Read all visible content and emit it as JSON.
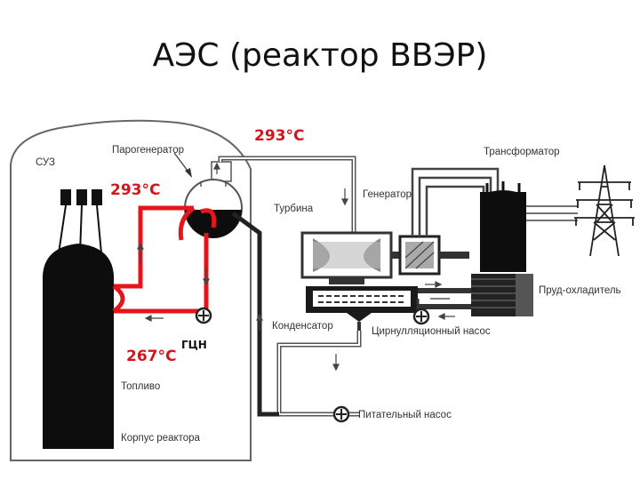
{
  "title": "АЭС (реактор ВВЭР)",
  "labels": {
    "suz": "СУЗ",
    "steam_generator": "Парогенератор",
    "turbine": "Турбина",
    "generator": "Генератор",
    "transformer": "Трансформатор",
    "cooling_pond": "Пруд-охладитель",
    "condenser": "Конденсатор",
    "circulation_pump": "Цирнулляционный насос",
    "feed_pump": "Питательный насос",
    "fuel": "Топливо",
    "reactor_vessel": "Корпус реактора",
    "gcn": "ГЦН"
  },
  "temperatures": {
    "top": "293°С",
    "hot_leg": "293°С",
    "cold_leg": "267°С"
  },
  "colors": {
    "primary_loop": "#e8141b",
    "temperature_text": "#d8141b"
  }
}
